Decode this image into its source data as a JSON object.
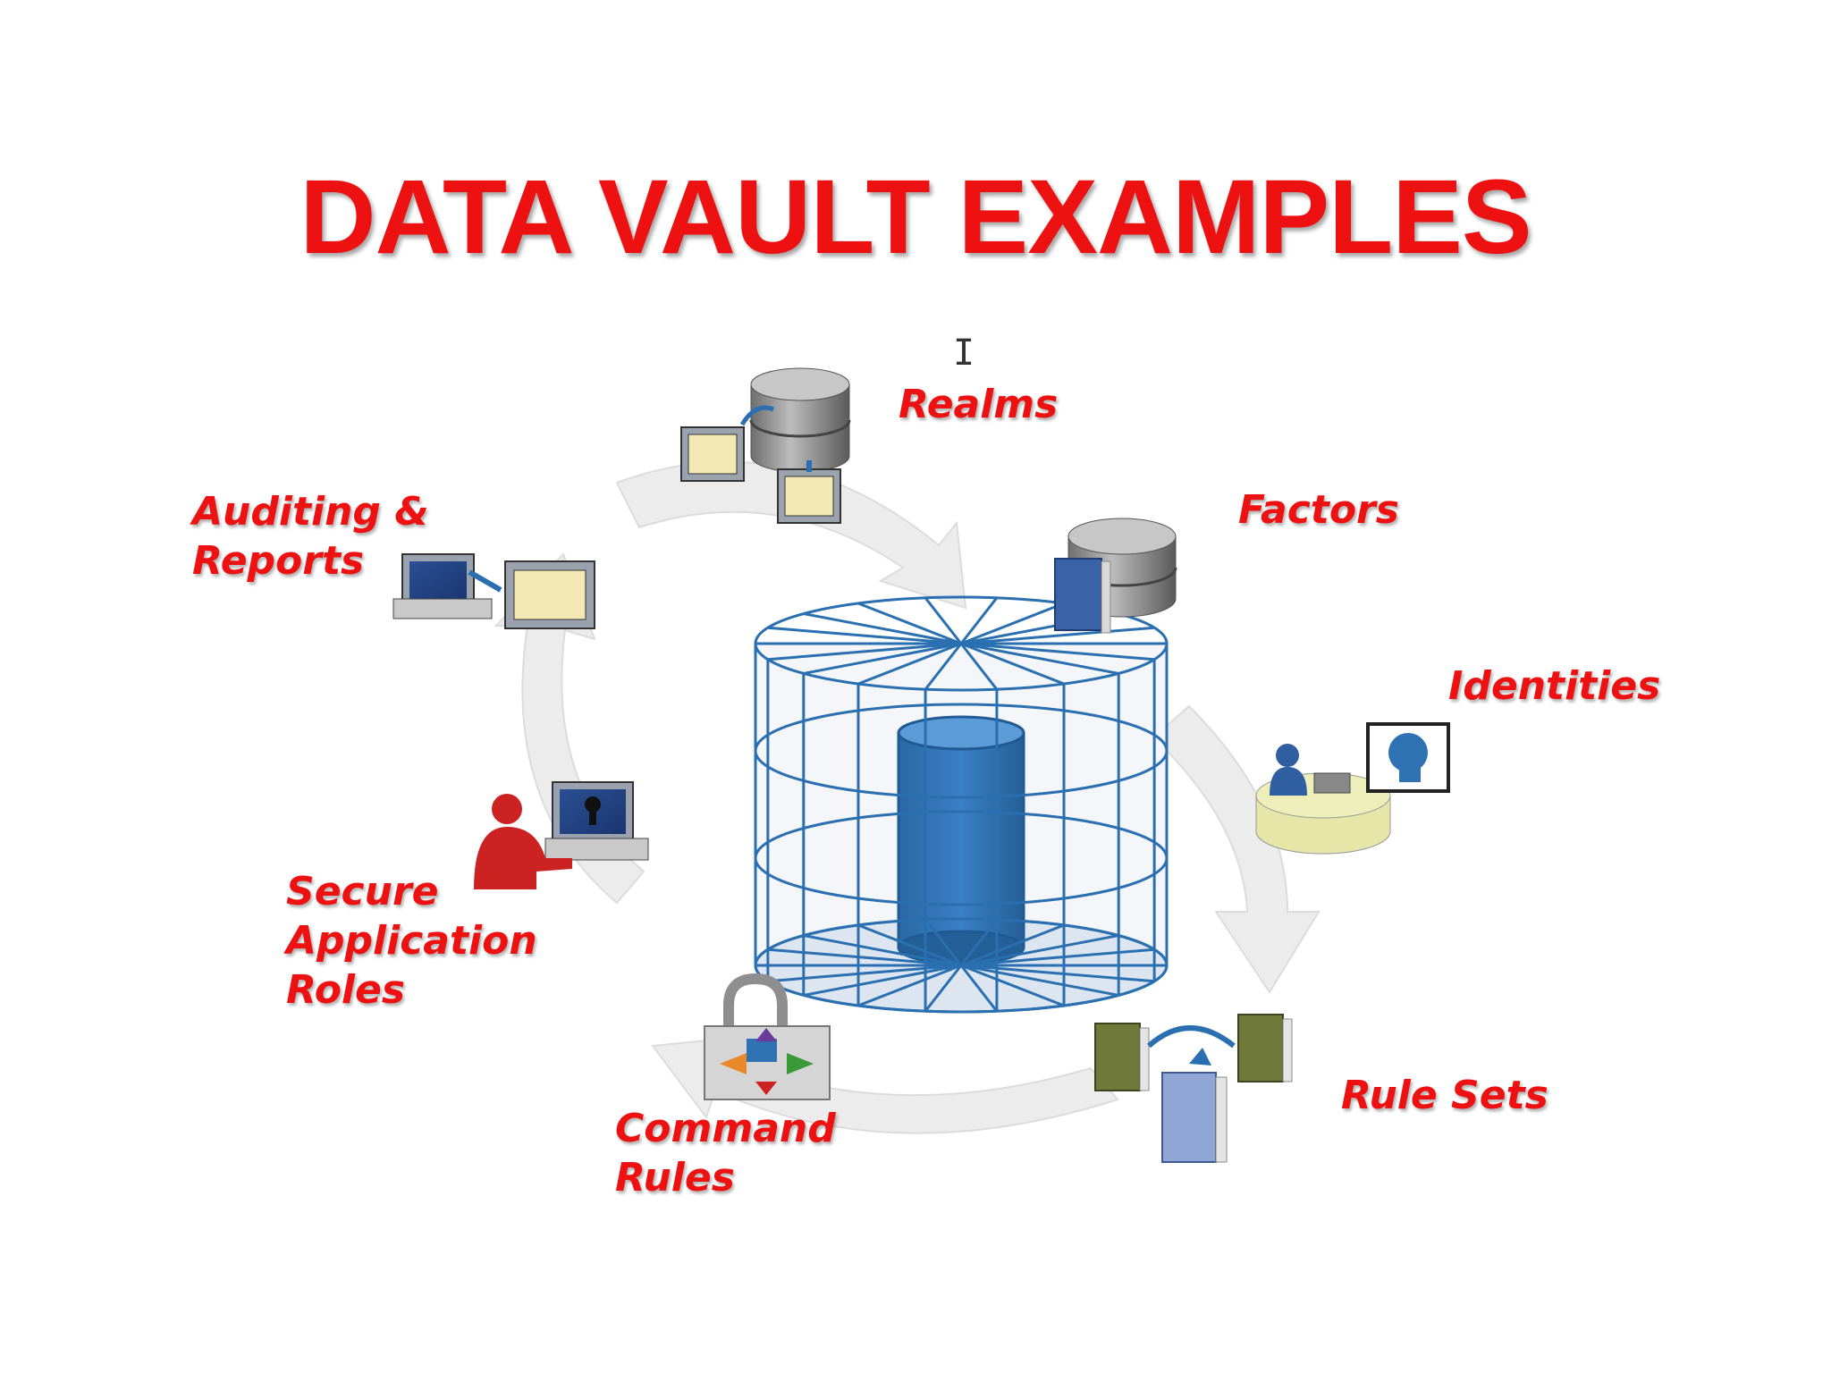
{
  "title": "DATA VAULT EXAMPLES",
  "colors": {
    "title": "#ee1111",
    "label": "#ee1111",
    "vault": "#2a6fb0",
    "vault_core": "#2f72b3",
    "arrow": "#ececec",
    "db": "#8a8a8a"
  },
  "labels": {
    "realms": "Realms",
    "factors": "Factors",
    "identities": "Identities",
    "auditing": [
      "Auditing &",
      "Reports"
    ],
    "secure_app": [
      "Secure",
      "Application",
      "Roles"
    ],
    "command_rules": [
      "Command",
      "Rules"
    ],
    "rule_sets": "Rule Sets"
  },
  "icons": {
    "realms": "database-with-windows-icon",
    "factors": "database-with-book-icon",
    "identities": "user-at-desk-icon",
    "auditing": "computer-with-report-icon",
    "secure_app": "user-at-computer-icon",
    "command_rules": "padlock-icon",
    "rule_sets": "books-icon",
    "vault": "vault-cage-icon",
    "cursor": "text-cursor-icon"
  },
  "cursor_glyph": "I"
}
